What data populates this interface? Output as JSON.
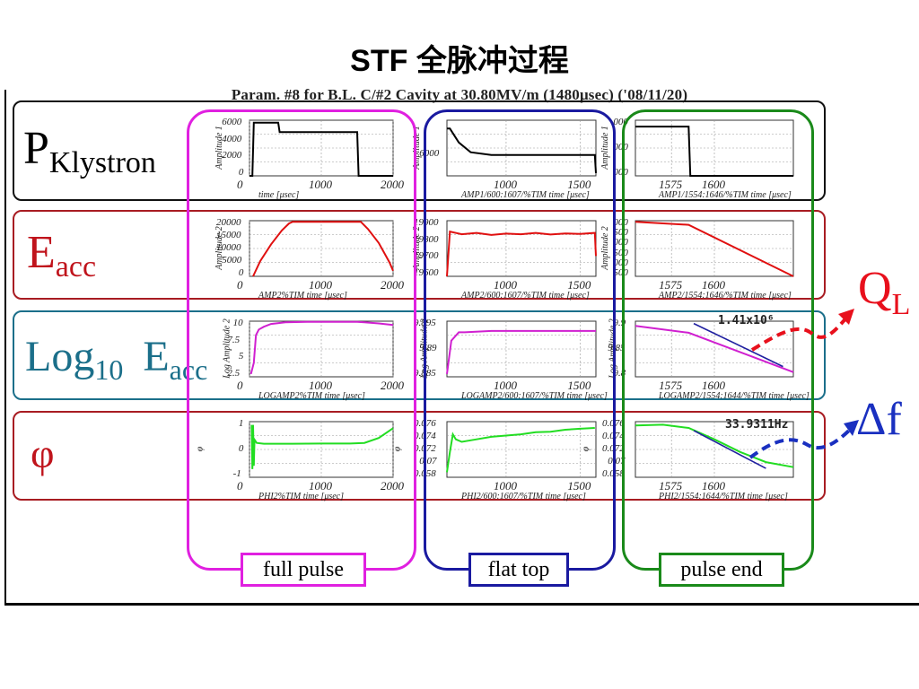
{
  "slide": {
    "title": "STF 全脉冲过程",
    "figure_caption": "Param. #8 for B.L. C/#2 Cavity at 30.80MV/m (1480μsec) ('08/11/20)"
  },
  "rows": [
    {
      "key": "pklystron",
      "label_main": "P",
      "label_sub": "Klystron",
      "color": "#000000"
    },
    {
      "key": "eacc",
      "label_main": "E",
      "label_sub": "acc",
      "color": "#c0141c"
    },
    {
      "key": "log",
      "label_main": "Log",
      "label_sub": "10",
      "label_tail": "E",
      "label_tail_sub": "acc",
      "color": "#1b6f8a"
    },
    {
      "key": "phi",
      "label_main": "φ",
      "label_sub": "",
      "color": "#c0141c"
    }
  ],
  "columns": [
    {
      "key": "full",
      "label": "full pulse",
      "color": "#e020e0"
    },
    {
      "key": "flat",
      "label": "flat top",
      "color": "#1a1aa0"
    },
    {
      "key": "end",
      "label": "pulse end",
      "color": "#1a8a1a"
    }
  ],
  "annotations": {
    "ql_label": "Q",
    "ql_sub": "L",
    "df_label": "Δf",
    "ql_readout": "1.41x10⁶",
    "df_readout": "33.9311Hz",
    "ql_color": "#e8101c",
    "df_color": "#1a30c0"
  },
  "colors": {
    "pklystron": "#000000",
    "eacc": "#e01010",
    "log": "#d020d0",
    "phi": "#22dd22",
    "fit": "#2020a0"
  },
  "chart_data": [
    {
      "id": "pk-full",
      "type": "line",
      "ylabel": "Amplitude 1",
      "xlabel": "time [μsec]",
      "xname": "",
      "x_ticks": [
        0,
        1000,
        2000
      ],
      "y_ticks": [
        0,
        2000,
        4000,
        6000
      ],
      "y_tick_labels": [
        "0",
        "2000",
        "4000",
        "6000"
      ],
      "xlim": [
        0,
        2000
      ],
      "ylim": [
        0,
        7000
      ],
      "series": [
        {
          "color_key": "pklystron",
          "x": [
            0,
            40,
            60,
            400,
            420,
            700,
            1000,
            1400,
            1500,
            1520,
            2000
          ],
          "y": [
            0,
            0,
            6700,
            6700,
            5500,
            5500,
            5500,
            5500,
            5500,
            0,
            0
          ]
        }
      ]
    },
    {
      "id": "pk-flat",
      "type": "line",
      "ylabel": "Amplitude 1",
      "xlabel": "time [μsec]",
      "xname": "AMP1/600:1607/%TIM",
      "x_ticks": [
        1000,
        1500
      ],
      "y_ticks": [
        6000
      ],
      "y_tick_labels": [
        "6000"
      ],
      "xlim": [
        600,
        1607
      ],
      "ylim": [
        4800,
        6800
      ],
      "series": [
        {
          "color_key": "pklystron",
          "x": [
            600,
            620,
            680,
            760,
            900,
            1100,
            1300,
            1500,
            1560,
            1600,
            1607
          ],
          "y": [
            6500,
            6500,
            6000,
            5650,
            5550,
            5550,
            5550,
            5550,
            5550,
            5550,
            4900
          ]
        }
      ]
    },
    {
      "id": "pk-end",
      "type": "line",
      "ylabel": "Amplitude 1",
      "xlabel": "time [μsec]",
      "xname": "AMP1/1554:1646/%TIM",
      "x_ticks": [
        1575,
        1600
      ],
      "y_ticks": [],
      "y_tick_labels": [
        "000",
        "000",
        "000"
      ],
      "xlim": [
        1554,
        1646
      ],
      "ylim": [
        0,
        7000
      ],
      "series": [
        {
          "color_key": "pklystron",
          "x": [
            1554,
            1585,
            1586,
            1646
          ],
          "y": [
            6200,
            6200,
            0,
            0
          ]
        }
      ]
    },
    {
      "id": "eacc-full",
      "type": "line",
      "ylabel": "Amplitude 2",
      "xlabel": "time [μsec]",
      "xname": "AMP2%TIM",
      "x_ticks": [
        0,
        1000,
        2000
      ],
      "y_ticks": [
        0,
        5000,
        10000,
        15000,
        20000
      ],
      "y_tick_labels": [
        "0",
        "5000",
        "10000",
        "15000",
        "20000"
      ],
      "xlim": [
        0,
        2000
      ],
      "ylim": [
        0,
        20000
      ],
      "series": [
        {
          "color_key": "eacc",
          "x": [
            50,
            150,
            300,
            450,
            550,
            600,
            1550,
            1650,
            1800,
            1950,
            2000
          ],
          "y": [
            0,
            5500,
            11500,
            16500,
            19000,
            19600,
            19600,
            17000,
            12000,
            5000,
            2000
          ]
        }
      ]
    },
    {
      "id": "eacc-flat",
      "type": "line",
      "ylabel": "Amplitude 2",
      "xlabel": "time [μsec]",
      "xname": "AMP2/600:1607/%TIM",
      "x_ticks": [
        1000,
        1500
      ],
      "y_ticks": [
        19600,
        19700,
        19800,
        19900
      ],
      "y_tick_labels": [
        "19600",
        "19700",
        "19800",
        "19900"
      ],
      "xlim": [
        600,
        1607
      ],
      "ylim": [
        19550,
        19960
      ],
      "series": [
        {
          "color_key": "eacc",
          "x": [
            600,
            620,
            700,
            800,
            900,
            1000,
            1100,
            1200,
            1300,
            1400,
            1500,
            1600,
            1607
          ],
          "y": [
            19550,
            19880,
            19860,
            19870,
            19855,
            19865,
            19860,
            19870,
            19858,
            19866,
            19862,
            19870,
            19700
          ]
        }
      ]
    },
    {
      "id": "eacc-end",
      "type": "line",
      "ylabel": "Amplitude 2",
      "xlabel": "time [μsec]",
      "xname": "AMP2/1554:1646/%TIM",
      "x_ticks": [
        1575,
        1600
      ],
      "y_ticks": [],
      "y_tick_labels": [
        "500",
        "000",
        "500",
        "000",
        "500",
        "000"
      ],
      "xlim": [
        1554,
        1646
      ],
      "ylim": [
        0,
        20000
      ],
      "series": [
        {
          "color_key": "eacc",
          "x": [
            1554,
            1585,
            1646
          ],
          "y": [
            19600,
            18500,
            0
          ]
        }
      ]
    },
    {
      "id": "log-full",
      "type": "line",
      "ylabel": "Log Amplitude 2",
      "xlabel": "time [μsec]",
      "xname": "LOGAMP2%TIM",
      "x_ticks": [
        0,
        1000,
        2000
      ],
      "y_ticks": [
        2.5,
        5,
        7.5,
        10
      ],
      "y_tick_labels": [
        "2.5",
        "5",
        "7.5",
        "10"
      ],
      "xlim": [
        0,
        2000
      ],
      "ylim": [
        0,
        10
      ],
      "series": [
        {
          "color_key": "log",
          "x": [
            20,
            40,
            60,
            90,
            130,
            200,
            300,
            500,
            800,
            1200,
            1500,
            1600,
            1800,
            2000
          ],
          "y": [
            0.5,
            1.5,
            2.5,
            7.5,
            8.5,
            9.0,
            9.5,
            9.8,
            9.88,
            9.88,
            9.88,
            9.8,
            9.6,
            9.3
          ]
        }
      ]
    },
    {
      "id": "log-flat",
      "type": "line",
      "ylabel": "Log Amplitude 2",
      "xlabel": "time [μsec]",
      "xname": "LOGAMP2/600:1607/%TIM",
      "x_ticks": [
        1000,
        1500
      ],
      "y_ticks": [
        9.885,
        9.89,
        9.895
      ],
      "y_tick_labels": [
        "9.885",
        "9.89",
        "9.895"
      ],
      "xlim": [
        600,
        1607
      ],
      "ylim": [
        9.88,
        9.9
      ],
      "series": [
        {
          "color_key": "log",
          "x": [
            600,
            630,
            680,
            720,
            900,
            1100,
            1300,
            1500,
            1607
          ],
          "y": [
            9.881,
            9.893,
            9.896,
            9.896,
            9.8965,
            9.8965,
            9.8965,
            9.8965,
            9.8965
          ]
        }
      ]
    },
    {
      "id": "log-end",
      "type": "line",
      "ylabel": "Log Amplitude 2",
      "xlabel": "time [μsec]",
      "xname": "LOGAMP2/1554:1644/%TIM",
      "x_ticks": [
        1575,
        1600
      ],
      "y_ticks": [
        9.8,
        9.85,
        9.9
      ],
      "y_tick_labels": [
        "9.8",
        "9.85",
        "9.9"
      ],
      "xlim": [
        1554,
        1646
      ],
      "ylim": [
        9.78,
        9.9
      ],
      "series": [
        {
          "color_key": "log",
          "x": [
            1554,
            1585,
            1646
          ],
          "y": [
            9.89,
            9.875,
            9.79
          ]
        },
        {
          "color_key": "fit",
          "x": [
            1588,
            1640
          ],
          "y": [
            9.895,
            9.802
          ]
        }
      ]
    },
    {
      "id": "phi-full",
      "type": "line",
      "ylabel": "φ",
      "xlabel": "time [μsec]",
      "xname": "PHI2%TIM",
      "x_ticks": [
        0,
        1000,
        2000
      ],
      "y_ticks": [
        -1,
        0,
        1
      ],
      "y_tick_labels": [
        "-1",
        "0",
        "1"
      ],
      "xlim": [
        0,
        2000
      ],
      "ylim": [
        -1.7,
        1.7
      ],
      "series": [
        {
          "color_key": "phi",
          "x": [
            30,
            40,
            50,
            60,
            70,
            100,
            200,
            600,
            1000,
            1400,
            1600,
            1800,
            2000
          ],
          "y": [
            1.5,
            -1.2,
            1.5,
            -1.0,
            0.6,
            0.4,
            0.35,
            0.35,
            0.36,
            0.36,
            0.4,
            0.7,
            1.3
          ]
        }
      ]
    },
    {
      "id": "phi-flat",
      "type": "line",
      "ylabel": "φ",
      "xlabel": "time [μsec]",
      "xname": "PHI2/600:1607/%TIM",
      "x_ticks": [
        1000,
        1500
      ],
      "y_ticks": [
        0.058,
        0.07,
        0.072,
        0.074,
        0.076
      ],
      "y_tick_labels": [
        "0.058",
        "0.07",
        "0.072",
        "0.074",
        "0.076"
      ],
      "xlim": [
        600,
        1607
      ],
      "ylim": [
        0.056,
        0.078
      ],
      "series": [
        {
          "color_key": "phi",
          "x": [
            600,
            620,
            640,
            660,
            700,
            800,
            900,
            1000,
            1100,
            1200,
            1300,
            1400,
            1500,
            1600
          ],
          "y": [
            0.058,
            0.066,
            0.073,
            0.071,
            0.07,
            0.071,
            0.072,
            0.0725,
            0.073,
            0.0738,
            0.074,
            0.0748,
            0.0752,
            0.0755
          ]
        }
      ]
    },
    {
      "id": "phi-end",
      "type": "line",
      "ylabel": "φ",
      "xlabel": "time [μsec]",
      "xname": "PHI2/1554:1644/%TIM",
      "x_ticks": [
        1575,
        1600
      ],
      "y_ticks": [
        0.058,
        0.07,
        0.072,
        0.074,
        0.076
      ],
      "y_tick_labels": [
        "0.058",
        "0.07",
        "0.072",
        "0.074",
        "0.076"
      ],
      "xlim": [
        1554,
        1646
      ],
      "ylim": [
        0.056,
        0.078
      ],
      "series": [
        {
          "color_key": "phi",
          "x": [
            1554,
            1570,
            1585,
            1600,
            1615,
            1630,
            1646
          ],
          "y": [
            0.0765,
            0.0768,
            0.0755,
            0.071,
            0.066,
            0.062,
            0.06
          ]
        },
        {
          "color_key": "fit",
          "x": [
            1588,
            1630
          ],
          "y": [
            0.0745,
            0.0595
          ]
        }
      ]
    }
  ]
}
